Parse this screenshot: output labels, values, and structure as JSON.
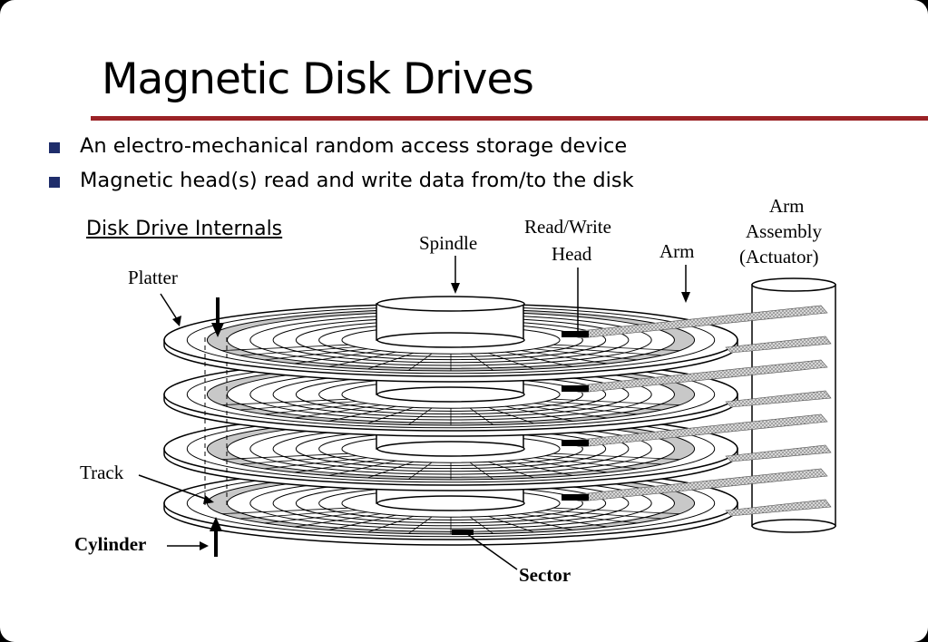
{
  "slide": {
    "title": "Magnetic Disk Drives",
    "bullets": [
      "An electro-mechanical random access storage device",
      "Magnetic head(s) read and write data from/to the disk"
    ],
    "subheading": "Disk Drive Internals"
  },
  "diagram": {
    "labels": {
      "platter": "Platter",
      "spindle": "Spindle",
      "head_line1": "Read/Write",
      "head_line2": "Head",
      "arm": "Arm",
      "assembly_line1": "Arm",
      "assembly_line2": "Assembly",
      "assembly_line3": "(Actuator)",
      "track": "Track",
      "cylinder": "Cylinder",
      "sector": "Sector"
    },
    "platter_count": 4
  },
  "colors": {
    "rule": "#9b2226",
    "bullet": "#1f2d6b",
    "track_shade": "#c8c8c8",
    "arm_shade": "#a0a0a0"
  }
}
